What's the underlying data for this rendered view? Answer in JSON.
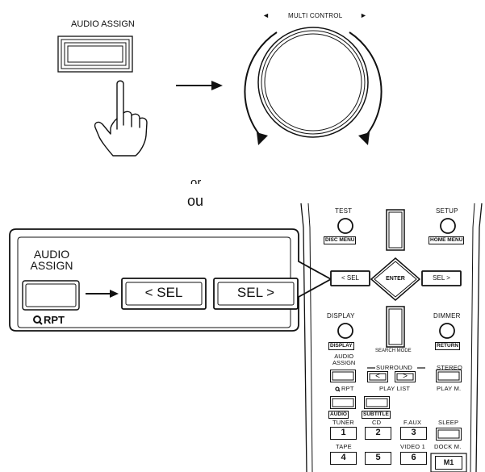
{
  "top": {
    "audio_assign_label": "AUDIO ASSIGN",
    "multi_control_label": "MULTI CONTROL",
    "arrow_left_glyph": "◄",
    "arrow_right_glyph": "►"
  },
  "or_text": "or",
  "ou_text": "ou",
  "callout": {
    "audio_assign_label_line1": "AUDIO",
    "audio_assign_label_line2": "ASSIGN",
    "rpt_label": "RPT",
    "sel_left_label": "< SEL",
    "sel_right_label": "SEL >"
  },
  "remote": {
    "test_label": "TEST",
    "disc_menu_label": "DISC MENU",
    "setup_label": "SETUP",
    "home_menu_label": "HOME MENU",
    "sel_left_label": "< SEL",
    "enter_label": "ENTER",
    "sel_right_label": "SEL >",
    "display_label": "DISPLAY",
    "display_badge": "DISPLAY",
    "search_mode_label": "SEARCH MODE",
    "dimmer_label": "DIMMER",
    "return_label": "RETURN",
    "audio_label_line1": "AUDIO",
    "audio_label_line2": "ASSIGN",
    "surround_label": "SURROUND",
    "surround_left": "<",
    "surround_right": ">",
    "stereo_label": "STEREO",
    "rpt_label": "RPT",
    "play_list_label": "PLAY LIST",
    "play_m_label": "PLAY M.",
    "audio_badge": "AUDIO",
    "subtitle_badge": "SUBTITLE",
    "tuner_label": "TUNER",
    "cd_label": "CD",
    "faux_label": "F.AUX",
    "sleep_label": "SLEEP",
    "tape_label": "TAPE",
    "video1_label": "VIDEO 1",
    "dock_label": "DOCK M.",
    "num1": "1",
    "num2": "2",
    "num3": "3",
    "num4": "4",
    "num5": "5",
    "num6": "6",
    "m1": "M1"
  }
}
